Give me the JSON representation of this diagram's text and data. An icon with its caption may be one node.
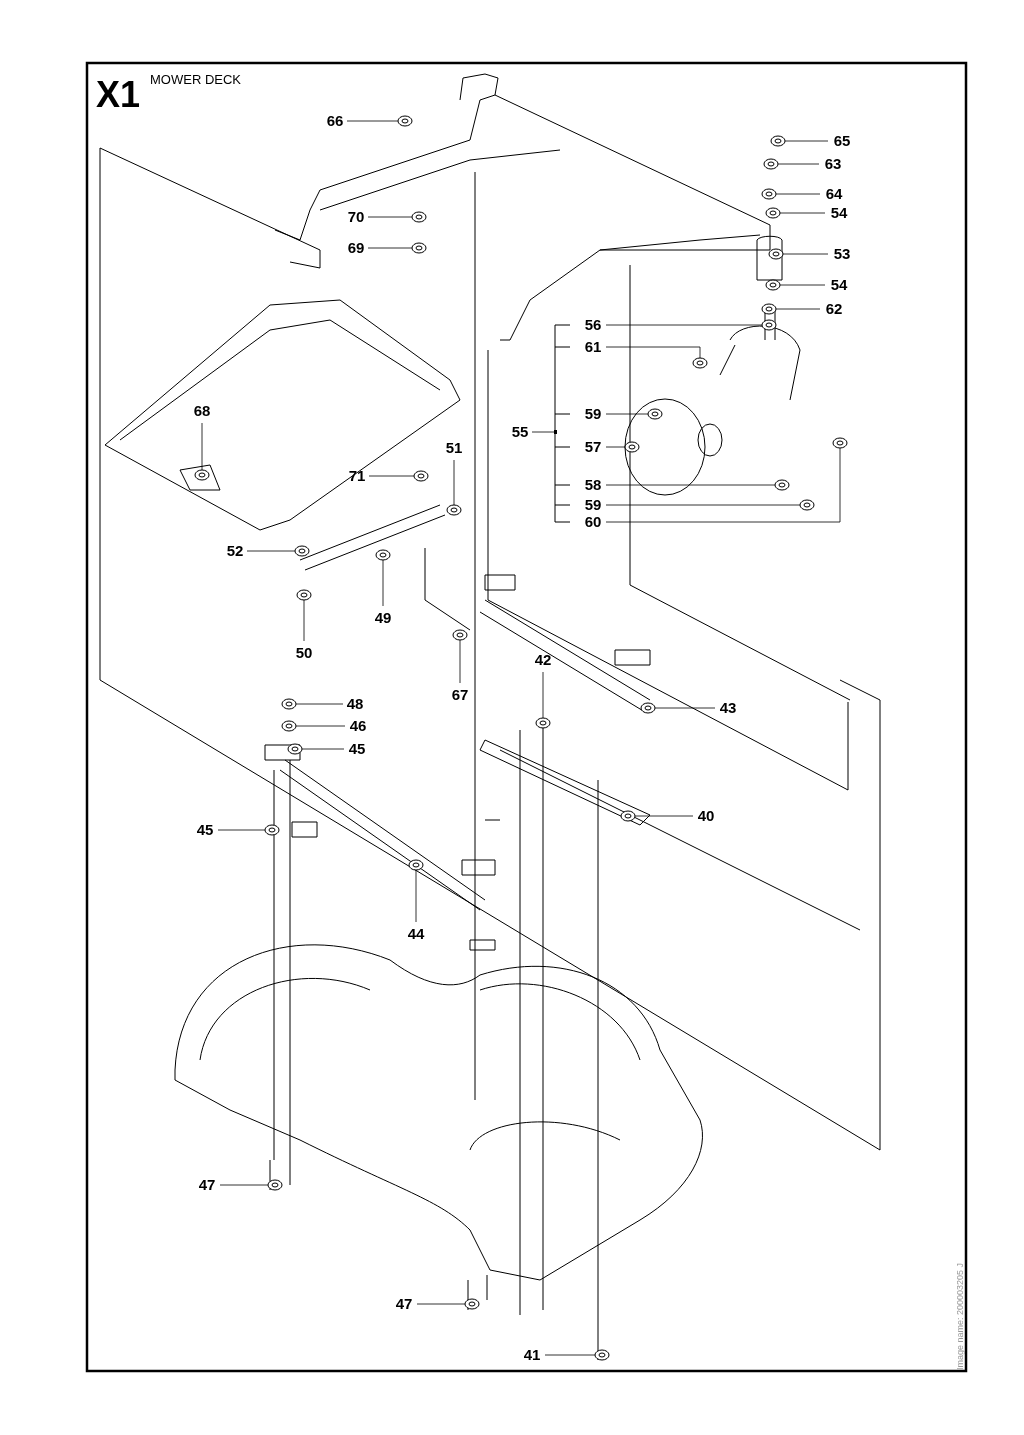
{
  "diagram": {
    "title": "MOWER DECK",
    "nodes": [
      {
        "text": [
          "66"
        ]
      },
      {
        "text": [
          "65"
        ]
      },
      {
        "text": [
          "63"
        ]
      },
      {
        "text": [
          "64"
        ]
      },
      {
        "text": [
          "54"
        ]
      },
      {
        "text": [
          "70"
        ]
      },
      {
        "text": [
          "69"
        ]
      },
      {
        "text": [
          "53"
        ]
      },
      {
        "text": [
          "54"
        ]
      },
      {
        "text": [
          "62"
        ]
      },
      {
        "text": [
          "56"
        ]
      },
      {
        "text": [
          "61"
        ]
      },
      {
        "text": [
          "68"
        ]
      },
      {
        "text": [
          "59"
        ]
      },
      {
        "text": [
          "55"
        ]
      },
      {
        "text": [
          "57"
        ]
      },
      {
        "text": [
          "51"
        ]
      },
      {
        "text": [
          "71"
        ]
      },
      {
        "text": [
          "58"
        ]
      },
      {
        "text": [
          "59"
        ]
      },
      {
        "text": [
          "60"
        ]
      },
      {
        "text": [
          "52"
        ]
      },
      {
        "text": [
          "49"
        ]
      },
      {
        "text": [
          "50"
        ]
      },
      {
        "text": [
          "42"
        ]
      },
      {
        "text": [
          "67"
        ]
      },
      {
        "text": [
          "48"
        ]
      },
      {
        "text": [
          "43"
        ]
      },
      {
        "text": [
          "46"
        ]
      },
      {
        "text": [
          "45"
        ]
      },
      {
        "text": [
          "40"
        ]
      },
      {
        "text": [
          "45"
        ]
      },
      {
        "text": [
          "44"
        ]
      },
      {
        "text": [
          "47"
        ]
      },
      {
        "text": [
          "47"
        ]
      },
      {
        "text": [
          "41"
        ]
      },
      {
        "text": [],
        "shape": "picture"
      },
      {
        "text": [],
        "shape": "picture"
      },
      {
        "text": [],
        "shape": "picture"
      },
      {
        "text": [],
        "shape": "picture"
      },
      {
        "text": [],
        "shape": "picture"
      },
      {
        "text": [],
        "shape": "picture"
      },
      {
        "text": [],
        "shape": "picture"
      },
      {
        "text": [],
        "shape": "picture"
      },
      {
        "text": [],
        "shape": "picture"
      },
      {
        "text": [],
        "shape": "picture"
      },
      {
        "text": [],
        "shape": "picture"
      },
      {
        "text": [],
        "shape": "picture"
      },
      {
        "text": [],
        "shape": "picture"
      },
      {
        "text": [],
        "shape": "picture"
      },
      {
        "text": [],
        "shape": "bar"
      },
      {
        "text": [],
        "shape": "picture"
      },
      {
        "text": [],
        "shape": "picture"
      },
      {
        "text": [],
        "shape": "picture"
      },
      {
        "text": [],
        "shape": "picture"
      },
      {
        "text": [],
        "shape": "picture"
      },
      {
        "text": [],
        "shape": "picture"
      },
      {
        "text": [],
        "shape": "picture"
      },
      {
        "text": [],
        "shape": "picture"
      },
      {
        "text": [],
        "shape": "picture"
      },
      {
        "text": [],
        "shape": "picture"
      },
      {
        "text": [],
        "shape": "picture"
      },
      {
        "text": [],
        "shape": "picture"
      },
      {
        "text": [],
        "shape": "picture"
      },
      {
        "text": [],
        "shape": "picture"
      },
      {
        "text": [],
        "shape": "picture"
      },
      {
        "text": [],
        "shape": "picture"
      },
      {
        "text": [],
        "shape": "picture"
      },
      {
        "text": [],
        "shape": "picture"
      },
      {
        "text": [],
        "shape": "picture"
      },
      {
        "text": [],
        "shape": "picture"
      },
      {
        "text": [],
        "shape": "picture"
      }
    ],
    "edges": [
      {
        "from": 0,
        "to": 36,
        "arrow": "none"
      },
      {
        "from": 1,
        "to": 37,
        "arrow": "none"
      },
      {
        "from": 2,
        "to": 38,
        "arrow": "none"
      },
      {
        "from": 3,
        "to": 39,
        "arrow": "none"
      },
      {
        "from": 4,
        "to": 40,
        "arrow": "none"
      },
      {
        "from": 5,
        "to": 41,
        "arrow": "none"
      },
      {
        "from": 6,
        "to": 42,
        "arrow": "none"
      },
      {
        "from": 7,
        "to": 43,
        "arrow": "none"
      },
      {
        "from": 8,
        "to": 44,
        "arrow": "none"
      },
      {
        "from": 9,
        "to": 45,
        "arrow": "none"
      },
      {
        "from": 10,
        "to": 46,
        "arrow": "none"
      },
      {
        "from": 11,
        "to": 47,
        "arrow": "none"
      },
      {
        "from": 12,
        "to": 48,
        "arrow": "none"
      },
      {
        "from": 13,
        "to": 49,
        "arrow": "none"
      },
      {
        "from": 14,
        "to": 50,
        "arrow": "none"
      },
      {
        "from": 15,
        "to": 51,
        "arrow": "none"
      },
      {
        "from": 16,
        "to": 52,
        "arrow": "none"
      },
      {
        "from": 17,
        "to": 53,
        "arrow": "none"
      },
      {
        "from": 18,
        "to": 54,
        "arrow": "none"
      },
      {
        "from": 19,
        "to": 55,
        "arrow": "none"
      },
      {
        "from": 20,
        "to": 56,
        "arrow": "none"
      },
      {
        "from": 21,
        "to": 57,
        "arrow": "none"
      },
      {
        "from": 22,
        "to": 58,
        "arrow": "none"
      },
      {
        "from": 23,
        "to": 59,
        "arrow": "none"
      },
      {
        "from": 24,
        "to": 60,
        "arrow": "none"
      },
      {
        "from": 25,
        "to": 61,
        "arrow": "none"
      },
      {
        "from": 26,
        "to": 62,
        "arrow": "none"
      },
      {
        "from": 27,
        "to": 63,
        "arrow": "none"
      },
      {
        "from": 28,
        "to": 64,
        "arrow": "none"
      },
      {
        "from": 29,
        "to": 65,
        "arrow": "none"
      },
      {
        "from": 30,
        "to": 66,
        "arrow": "none"
      },
      {
        "from": 31,
        "to": 67,
        "arrow": "none"
      },
      {
        "from": 32,
        "to": 68,
        "arrow": "none"
      },
      {
        "from": 33,
        "to": 69,
        "arrow": "none"
      },
      {
        "from": 34,
        "to": 70,
        "arrow": "none"
      },
      {
        "from": 35,
        "to": 71,
        "arrow": "none"
      }
    ],
    "labels": [
      "X1",
      "Image name: 200003205 J"
    ]
  }
}
